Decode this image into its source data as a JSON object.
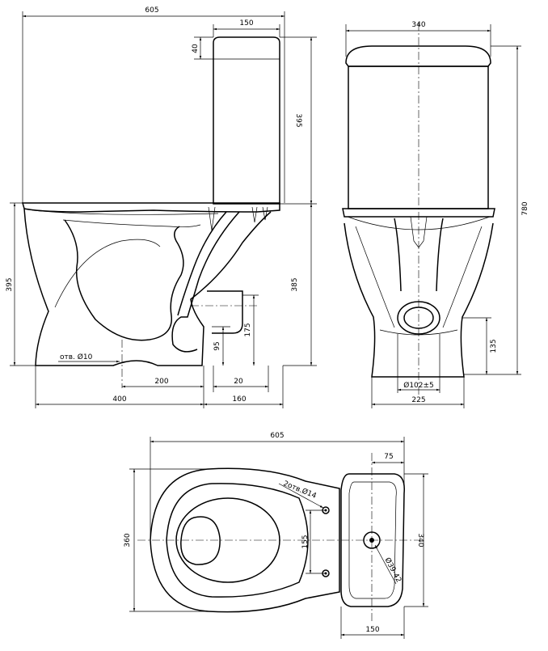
{
  "side_view": {
    "dims": {
      "overall_width": "605",
      "tank_width": "150",
      "lid_height": "40",
      "tank_height": "395",
      "bowl_height": "395",
      "outlet_height": "385",
      "hole_label": "отв. Ø10",
      "outlet_175": "175",
      "outlet_95": "95",
      "d_200": "200",
      "d_20": "20",
      "d_400": "400",
      "d_160": "160"
    }
  },
  "front_view": {
    "dims": {
      "tank_width": "340",
      "total_height": "780",
      "outlet_height": "135",
      "outlet_diameter": "Ø102±5",
      "base_width": "225"
    }
  },
  "top_view": {
    "dims": {
      "overall_length": "605",
      "offset_75": "75",
      "bolt_holes": "2отв.Ø14",
      "bowl_width": "360",
      "hole_spacing": "155",
      "tank_depth": "340",
      "inlet_diameter": "Ø39-42",
      "tank_width": "150"
    }
  }
}
